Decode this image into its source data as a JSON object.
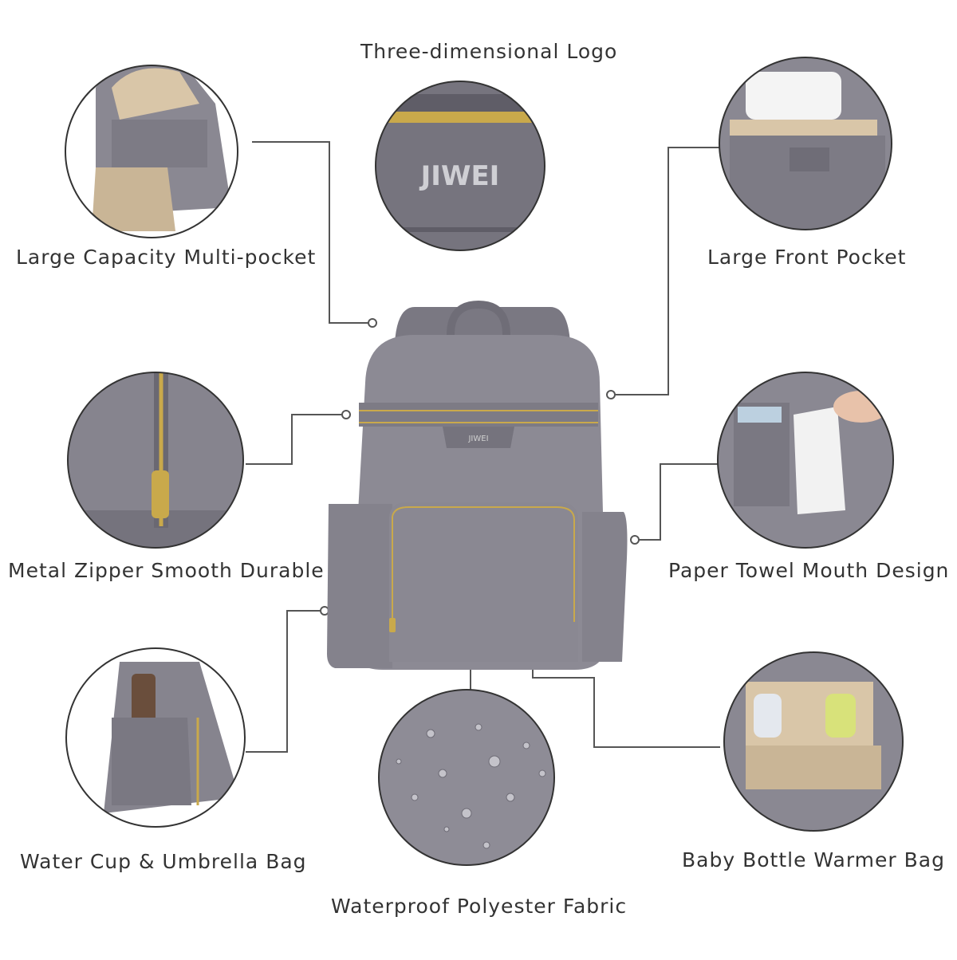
{
  "features": {
    "logo": "Three-dimensional Logo",
    "capacity": "Large Capacity Multi-pocket",
    "front_pocket": "Large Front Pocket",
    "zipper": "Metal Zipper Smooth Durable",
    "towel": "Paper Towel Mouth Design",
    "cup": "Water Cup & Umbrella Bag",
    "bottle": "Baby Bottle Warmer Bag",
    "fabric": "Waterproof Polyester Fabric"
  },
  "brand": {
    "logo_text": "JIWEI"
  },
  "colors": {
    "bag": "#8c8a94",
    "bag_dark": "#6f6d77",
    "zipper_gold": "#c9a94b",
    "lining": "#d9c6a8",
    "line": "#555555",
    "text": "#333333"
  }
}
